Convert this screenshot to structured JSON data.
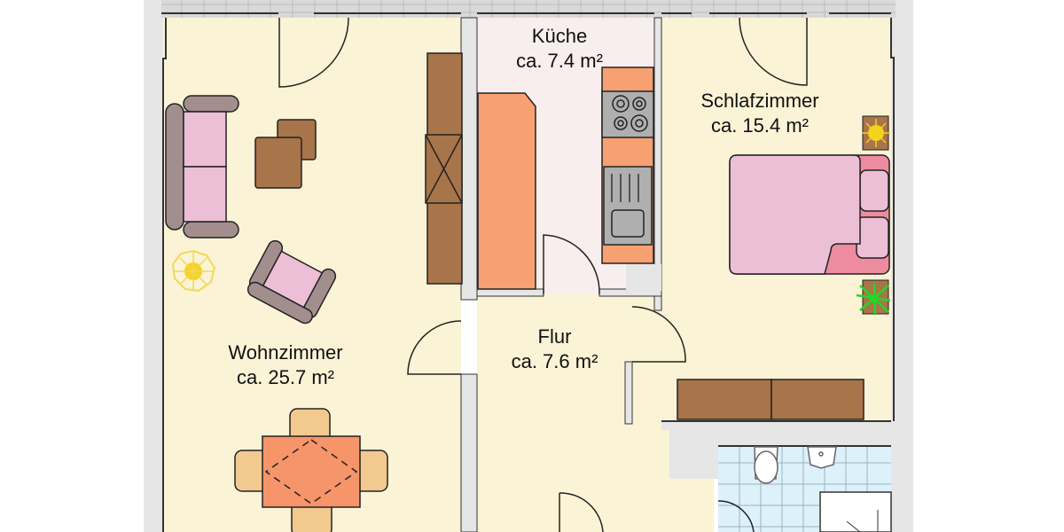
{
  "floorplan": {
    "colors": {
      "floor": "#FBF3D6",
      "kitchen_floor": "#F9EEEE",
      "wall_fill": "#E6E6E6",
      "wall_line": "#333333",
      "terrace_tile": "#D9D9D9",
      "bath_tile": "#DDF1FA",
      "wood": "#A8744A",
      "counter": "#F7A072",
      "sofa_frame": "#A38E8E",
      "cushion": "#EDBFD6",
      "bed_cover": "#EC8C9E",
      "chair": "#F2C98F",
      "table": "#F6946A",
      "lamp": "#F5D21E",
      "plant": "#22D822",
      "stove": "#AFAFAF"
    },
    "rooms": [
      {
        "name": "Küche",
        "area": "ca. 7.4 m²"
      },
      {
        "name": "Schlafzimmer",
        "area": "ca. 15.4 m²"
      },
      {
        "name": "Wohnzimmer",
        "area": "ca. 25.7 m²"
      },
      {
        "name": "Flur",
        "area": "ca. 7.6 m²"
      }
    ]
  }
}
